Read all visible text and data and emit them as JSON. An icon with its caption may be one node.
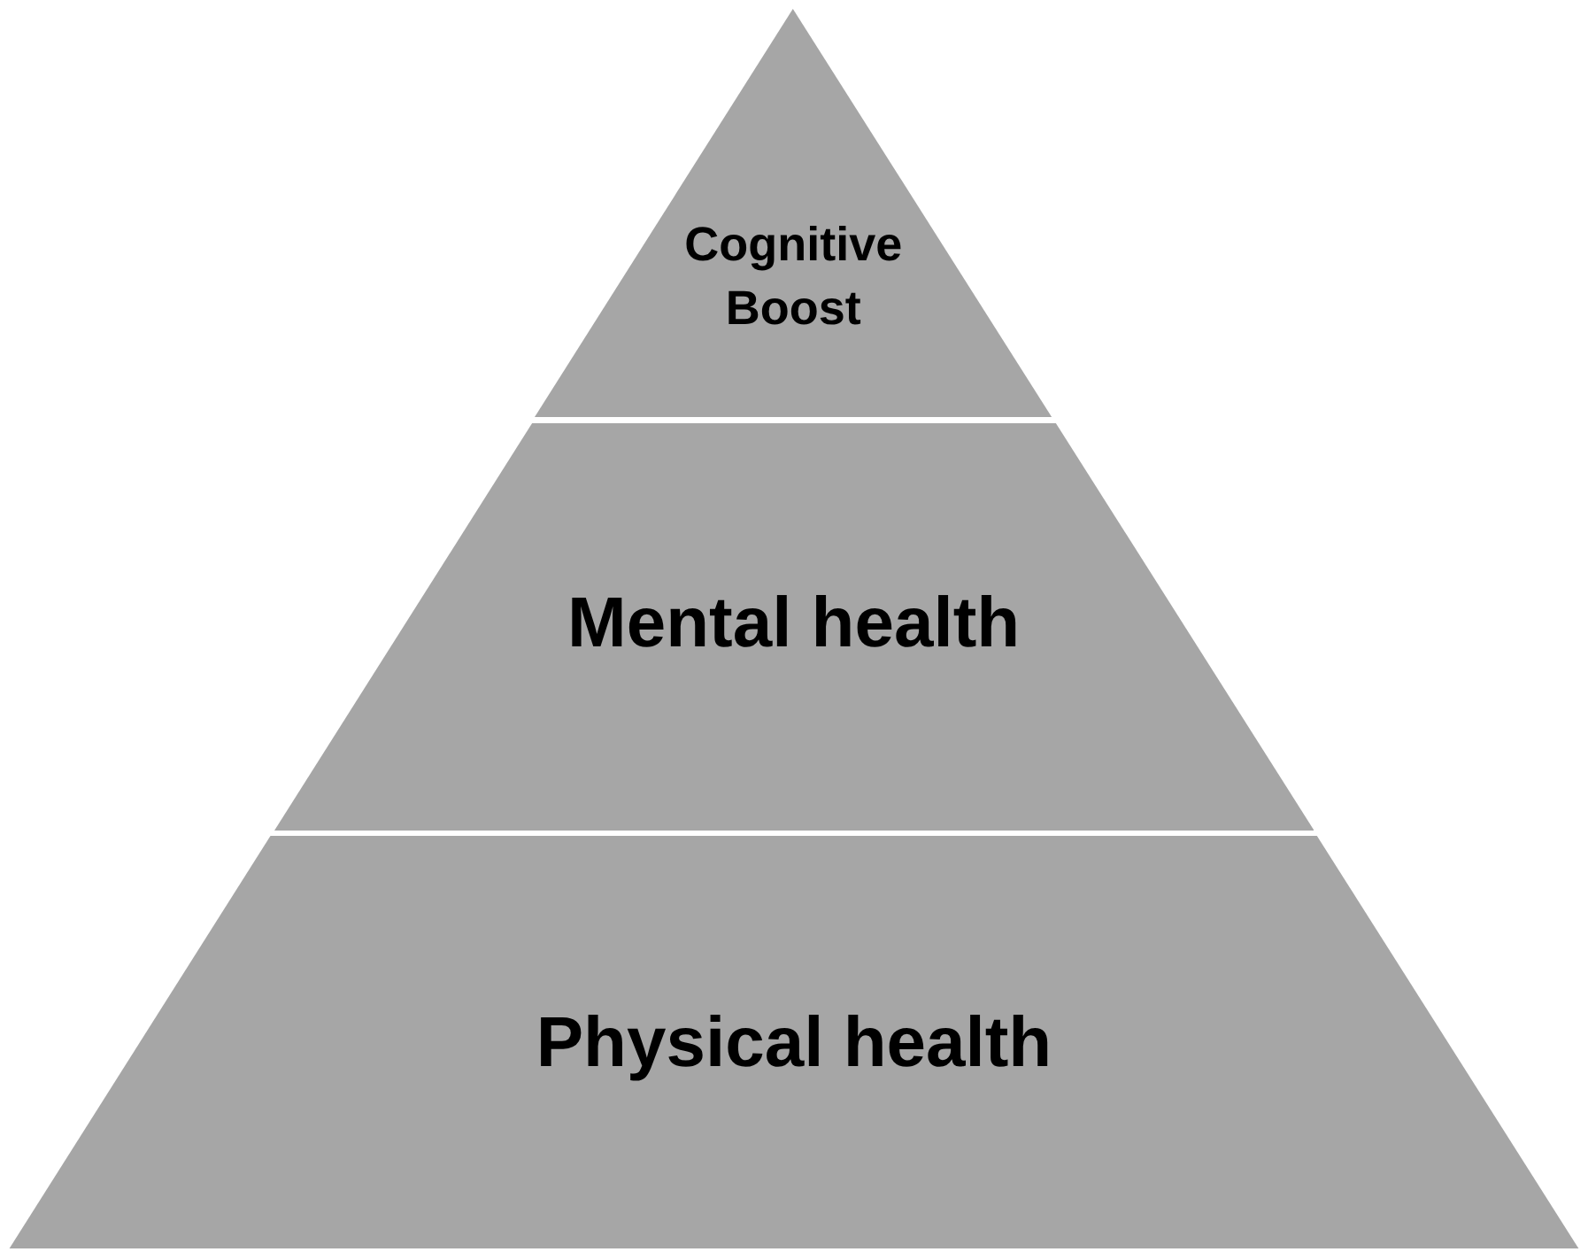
{
  "diagram": {
    "nodes": [
      {
        "text": [
          "Cognitive Boost"
        ]
      },
      {
        "text": [
          "Mental health"
        ]
      },
      {
        "text": [
          "Physical health"
        ]
      }
    ]
  }
}
